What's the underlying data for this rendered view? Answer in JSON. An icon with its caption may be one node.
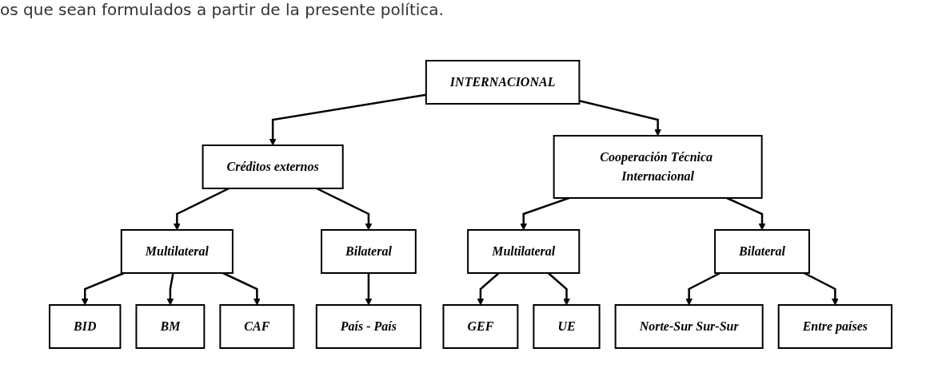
{
  "diagram": {
    "nodes": [
      {
        "text": [
          "INTERNACIONAL"
        ]
      },
      {
        "text": [
          "Créditos externos"
        ]
      },
      {
        "text": [
          "Cooperación Técnica Internacional"
        ]
      },
      {
        "text": [
          "Multilateral"
        ]
      },
      {
        "text": [
          "Bilateral"
        ]
      },
      {
        "text": [
          "Multilateral"
        ]
      },
      {
        "text": [
          "Bilateral"
        ]
      },
      {
        "text": [
          "BID"
        ]
      },
      {
        "text": [
          "BM"
        ]
      },
      {
        "text": [
          "CAF"
        ]
      },
      {
        "text": [
          "País - País"
        ]
      },
      {
        "text": [
          "GEF"
        ]
      },
      {
        "text": [
          "UE"
        ]
      },
      {
        "text": [
          "Norte-Sur Sur-Sur"
        ]
      },
      {
        "text": [
          "Entre países"
        ]
      }
    ],
    "edges": [
      {
        "from": 0,
        "to": 1,
        "arrow": "to"
      },
      {
        "from": 0,
        "to": 2,
        "arrow": "to"
      },
      {
        "from": 1,
        "to": 3,
        "arrow": "to"
      },
      {
        "from": 1,
        "to": 4,
        "arrow": "to"
      },
      {
        "from": 3,
        "to": 7,
        "arrow": "to"
      },
      {
        "from": 3,
        "to": 8,
        "arrow": "to"
      },
      {
        "from": 3,
        "to": 9,
        "arrow": "to"
      },
      {
        "from": 4,
        "to": 10,
        "arrow": "to"
      },
      {
        "from": 2,
        "to": 5,
        "arrow": "to"
      },
      {
        "from": 2,
        "to": 6,
        "arrow": "to"
      },
      {
        "from": 5,
        "to": 11,
        "arrow": "to"
      },
      {
        "from": 5,
        "to": 12,
        "arrow": "to"
      },
      {
        "from": 6,
        "to": 13,
        "arrow": "to"
      },
      {
        "from": 6,
        "to": 14,
        "arrow": "to"
      }
    ],
    "labels": [
      "os que sean formulados a partir de la presente política."
    ]
  }
}
